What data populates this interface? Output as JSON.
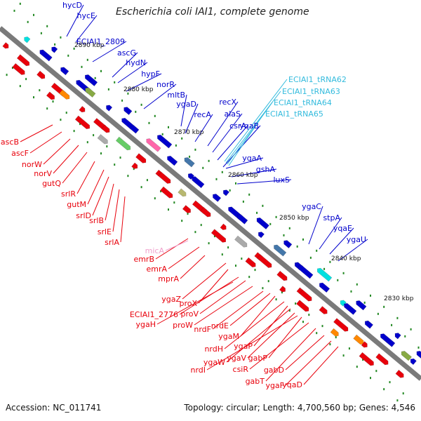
{
  "title": "Escherichia coli IAI1, complete genome",
  "footer": {
    "accession": "Accession: NC_011741",
    "summary": "Topology: circular; Length: 4,700,560 bp; Genes: 4,546"
  },
  "colors": {
    "forward": "#e8000b",
    "reverse": "#0000cc",
    "trna": "#33bbdd",
    "ncrna": "#f0a0cc",
    "backbone": "#7a7a7a",
    "tick": "#228822"
  },
  "ticks": [
    "2890 kbp",
    "2880 kbp",
    "2870 kbp",
    "2860 kbp",
    "2850 kbp",
    "2840 kbp",
    "2830 kbp"
  ],
  "genes": {
    "reverse_strand": [
      "hycD",
      "hycE",
      "ECIAI1_2809",
      "ascG",
      "hydN",
      "hypF",
      "norR",
      "mltB",
      "ygaD",
      "recA",
      "recX",
      "alaS",
      "csrA",
      "yqaB",
      "yqaA",
      "gshA",
      "luxS",
      "ygaC",
      "stpA",
      "yqaE",
      "ygaU"
    ],
    "trna": [
      "ECIAI1_tRNA62",
      "ECIAI1_tRNA63",
      "ECIAI1_tRNA64",
      "ECIAI1_tRNA65"
    ],
    "forward_strand": [
      "ascB",
      "ascF",
      "norW",
      "norV",
      "gutQ",
      "srlR",
      "gutM",
      "srlD",
      "srlB",
      "srlE",
      "srlA",
      "emrB",
      "emrA",
      "mprA",
      "ygaZ",
      "proX",
      "ECIAI1_2776",
      "proV",
      "ygaH",
      "proW",
      "nrdF",
      "nrdE",
      "ygaM",
      "nrdH",
      "ygaP",
      "ygaW",
      "ygaV",
      "gabP",
      "nrdI",
      "csiR",
      "gabT",
      "gabD",
      "ygaF",
      "yqaD"
    ],
    "ncrna": [
      "micA"
    ]
  }
}
